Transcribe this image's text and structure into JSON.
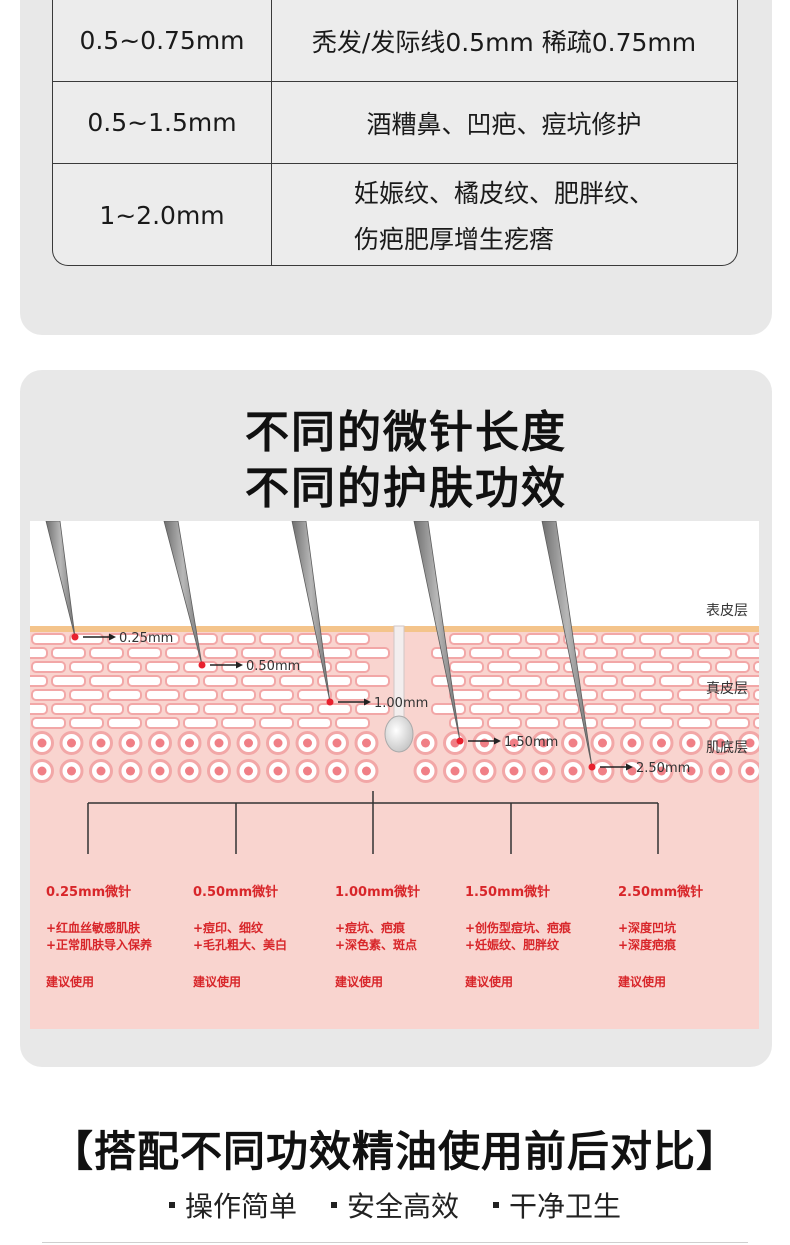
{
  "table": {
    "rows": [
      {
        "length": "0.5~0.75mm",
        "lines": [
          "秃发/发际线0.5mm 稀疏0.75mm"
        ]
      },
      {
        "length": "0.5~1.5mm",
        "lines": [
          "酒糟鼻、凹疤、痘坑修护"
        ]
      },
      {
        "length": "1~2.0mm",
        "lines": [
          "妊娠纹、橘皮纹、肥胖纹、",
          "伤疤肥厚增生疙瘩"
        ]
      }
    ]
  },
  "section": {
    "title_line1": "不同的微针长度",
    "title_line2": "不同的护肤功效"
  },
  "diagram": {
    "layers": {
      "epidermis": "表皮层",
      "dermis": "真皮层",
      "subcutis": "肌底层"
    },
    "depth_labels": [
      "0.25mm",
      "0.50mm",
      "1.00mm",
      "1.50mm",
      "2.50mm"
    ],
    "columns": [
      {
        "title": "0.25mm微针",
        "uses": [
          "+红血丝敏感肌肤",
          "+正常肌肤导入保养"
        ],
        "note": "建议使用"
      },
      {
        "title": "0.50mm微针",
        "uses": [
          "+痘印、细纹",
          "+毛孔粗大、美白"
        ],
        "note": "建议使用"
      },
      {
        "title": "1.00mm微针",
        "uses": [
          "+痘坑、疤痕",
          "+深色素、斑点"
        ],
        "note": "建议使用"
      },
      {
        "title": "1.50mm微针",
        "uses": [
          "+创伤型痘坑、疤痕",
          "+妊娠纹、肥胖纹"
        ],
        "note": "建议使用"
      },
      {
        "title": "2.50mm微针",
        "uses": [
          "+深度凹坑",
          "+深度疤痕"
        ],
        "note": "建议使用"
      }
    ],
    "colors": {
      "skin": "#f7cdc8",
      "cell": "#f2a7a7",
      "dot": "#e8212e",
      "needle": "#8c8c8c",
      "text_red": "#d8262a"
    }
  },
  "bottom": {
    "title": "【搭配不同功效精油使用前后对比】",
    "features": [
      "操作简单",
      "安全高效",
      "干净卫生"
    ]
  }
}
